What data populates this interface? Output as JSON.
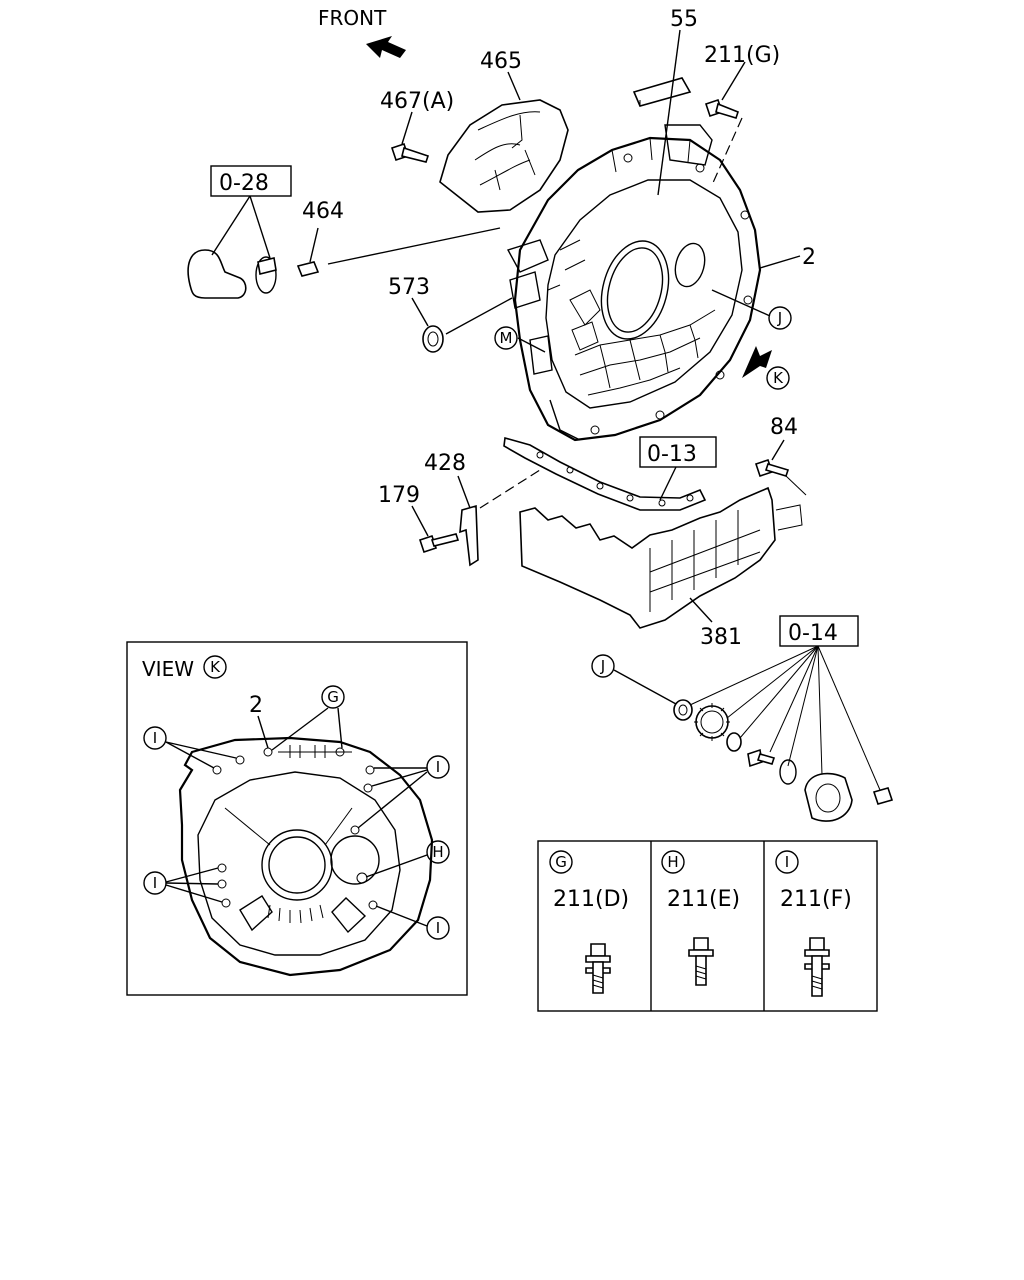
{
  "front_label": "FRONT",
  "callouts": {
    "p55": "55",
    "p211g": "211(G)",
    "p465": "465",
    "p467a": "467(A)",
    "p028": "0-28",
    "p464": "464",
    "p2": "2",
    "p573": "573",
    "p84": "84",
    "p013": "0-13",
    "p428": "428",
    "p179": "179",
    "p381": "381",
    "p014": "0-14"
  },
  "circle_refs": {
    "j": "J",
    "m": "M",
    "k": "K"
  },
  "view_k": {
    "title": "VIEW",
    "title_ref": "K",
    "part_2": "2",
    "g": "G",
    "h": "H",
    "i": "I"
  },
  "bolt_table": [
    {
      "ref": "G",
      "part": "211(D)"
    },
    {
      "ref": "H",
      "part": "211(E)"
    },
    {
      "ref": "I",
      "part": "211(F)"
    }
  ]
}
